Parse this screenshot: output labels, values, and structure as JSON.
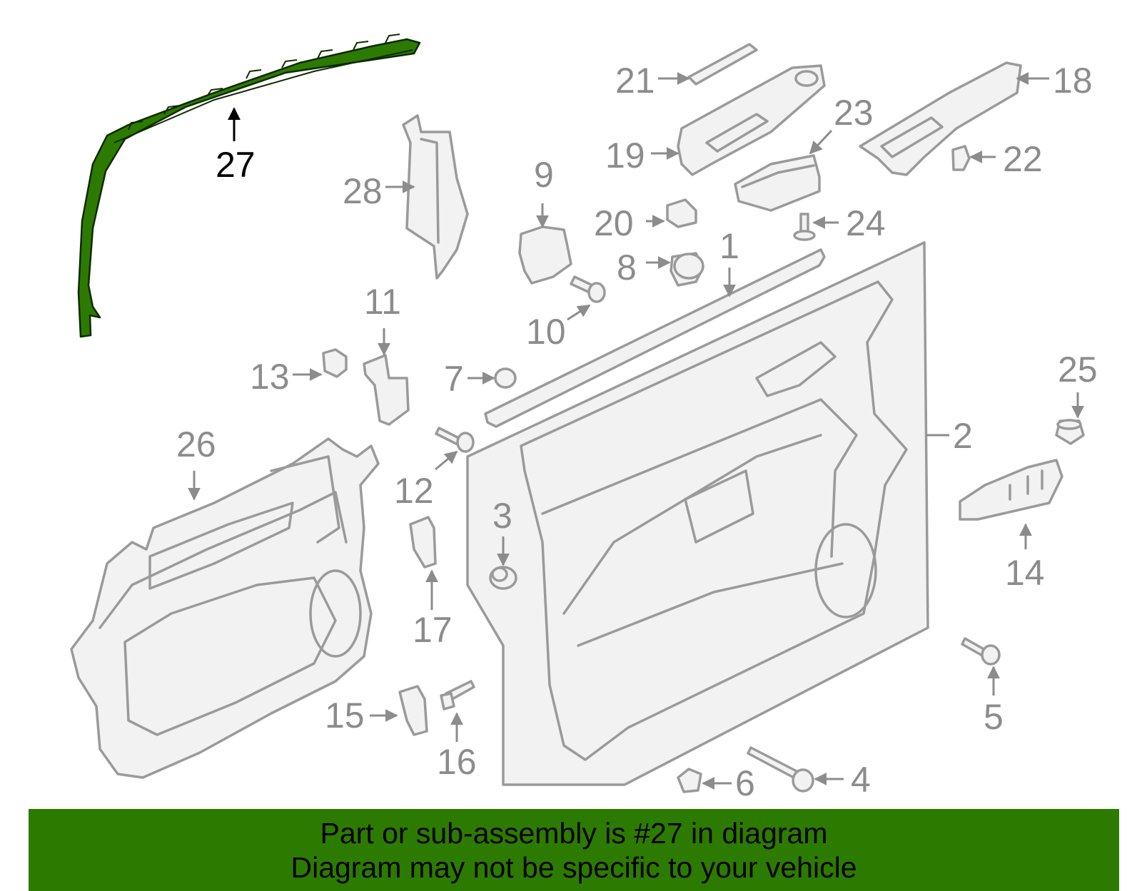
{
  "diagram": {
    "highlighted_part": "27",
    "highlight_color": "#2d7a00",
    "callouts": [
      "1",
      "2",
      "3",
      "4",
      "5",
      "6",
      "7",
      "8",
      "9",
      "10",
      "11",
      "12",
      "13",
      "14",
      "15",
      "16",
      "17",
      "18",
      "19",
      "20",
      "21",
      "22",
      "23",
      "24",
      "25",
      "26",
      "27",
      "28"
    ]
  },
  "banner": {
    "line1": "Part or sub-assembly is #27 in diagram",
    "line2": "Diagram may not be specific to your vehicle",
    "background": "#2d7a00"
  }
}
